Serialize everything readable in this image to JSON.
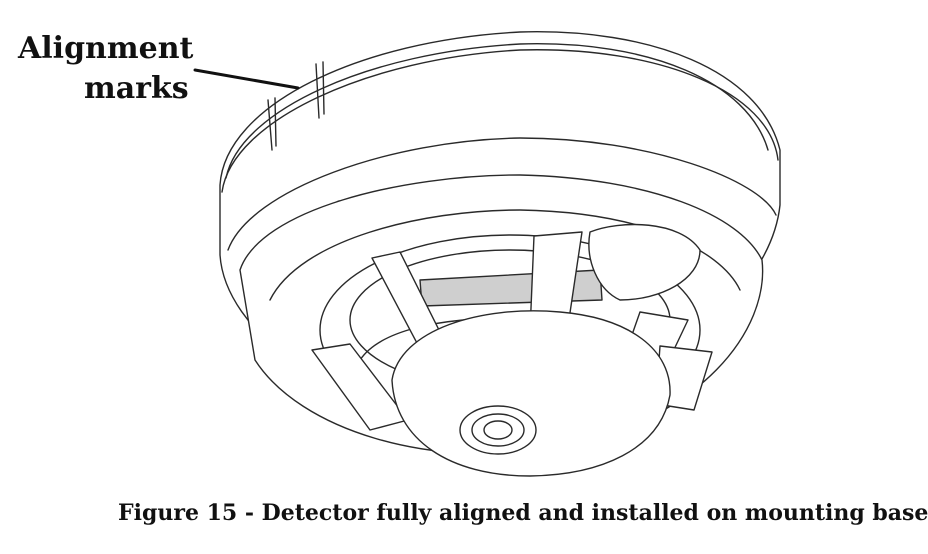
{
  "callout": {
    "line1": "Alignment",
    "line2": "marks"
  },
  "caption": "Figure 15 - Detector fully aligned and installed on mounting base"
}
